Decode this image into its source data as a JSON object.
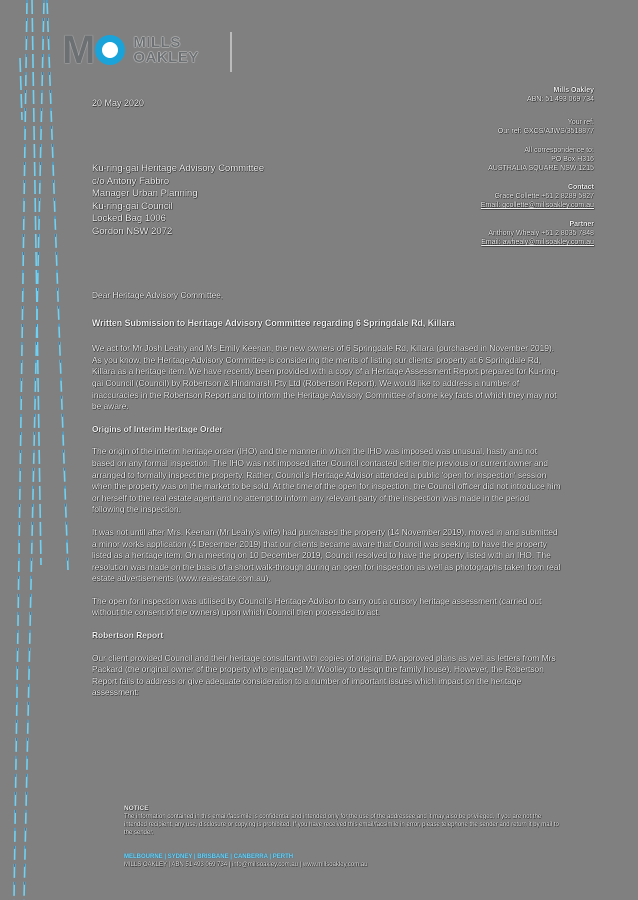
{
  "letterhead": {
    "logo_mark_m": "M",
    "logo_line1": "MILLS",
    "logo_line2": "OAKLEY",
    "brand_color": "#1aa3d9"
  },
  "date": "20 May 2020",
  "sender_details": {
    "firm": "Mills Oakley",
    "abn": "ABN: 51 493 069 734",
    "your_ref": "Your ref:",
    "our_ref": "Our ref: GXCS/AJWS/3518877",
    "correspondence_label": "All correspondence to:",
    "po_box": "PO Box H316",
    "po_box_address": "AUSTRALIA SQUARE NSW 1215",
    "contact_label": "Contact",
    "contact_line": "Grace Collette +61 2 8289 5827",
    "contact_email": "Email: gcollette@millsoakley.com.au",
    "partner_label": "Partner",
    "partner_line": "Anthony Whealy +61 2 8035 7848",
    "partner_email": "Email: awhealy@millsoakley.com.au"
  },
  "recipient": {
    "line1": "Ku-ring-gai Heritage Advisory Committee",
    "line2": "c/o Antony Fabbro",
    "line3": "Manager Urban Planning",
    "line4": "Ku-ring-gai Council",
    "line5": "Locked Bag 1006",
    "line6": "Gordon NSW 2072"
  },
  "salutation": "Dear Heritage Advisory Committee,",
  "subject": "Written Submission to Heritage Advisory Committee regarding 6 Springdale Rd, Killara",
  "paragraphs": {
    "intro": "We act for Mr Josh Leahy and Ms Emily Keenan, the new owners of 6 Springdale Rd, Killara (purchased in November 2019). As you know, the Heritage Advisory Committee is considering the merits of listing our clients' property at 6 Springdale Rd, Killara as a heritage item. We have recently been provided with a copy of a Heritage Assessment Report prepared for Ku-ring-gai Council (Council) by Robertson & Hindmarsh Pty Ltd (Robertson Report). We would like to address a number of inaccuracies in the Robertson Report and to inform the Heritage Advisory Committee of some key facts of which they may not be aware.",
    "heading_origins": "Origins of Interim Heritage Order",
    "origins_1": "The origin of the interim heritage order (IHO) and the manner in which the IHO was imposed was unusual, hasty and not based on any formal inspection. The IHO was not imposed after Council contacted either the previous or current owner and arranged to formally inspect the property. Rather, Council's Heritage Advisor attended a public 'open for inspection' session when the property was on the market to be sold. At the time of the open for inspection, the Council officer did not introduce him or herself to the real estate agent and no attempt to inform any relevant party of the inspection was made in the period following the inspection.",
    "origins_2": "It was not until after Mrs. Keenan (Mr Leahy's wife) had purchased the property (14 November 2019), moved in and submitted a minor works application (4 December 2019) that our clients became aware that Council was seeking to have the property listed as a heritage item. On a meeting on 10 December 2019, Council resolved to have the property listed with an IHO. The resolution was made on the basis of a short walk-through during an open for inspection as well as photographs taken from real estate advertisements (www.realestate.com.au).",
    "origins_3": "The open for inspection was utilised by Council's Heritage Advisor to carry out a cursory heritage assessment (carried out without the consent of the owners) upon which Council then proceeded to act.",
    "heading_robertson": "Robertson Report",
    "robertson_1": "Our client provided Council and their heritage consultant with copies of original DA approved plans as well as letters from Mrs Packard (the original owner of the property who engaged Mr Woolley to design the family house). However, the Robertson Report fails to address or give adequate consideration to a number of important issues which impact on the heritage assessment:"
  },
  "notice": {
    "heading": "NOTICE",
    "text": "The information contained in this email/facsimile is confidential and intended only for the use of the addressee and it may also be privileged. If you are not the intended recipient, any use, disclosure or copying is prohibited. If you have received this email/facsimile in error, please telephone the sender and return it by mail to the sender."
  },
  "footer": {
    "cities": "MELBOURNE | SYDNEY | BRISBANE | CANBERRA | PERTH",
    "info": "MILLS OAKLEY  |  ABN 51 493 069 734  |  info@millsoakley.com.au  |  www.millsoakley.com.au"
  }
}
